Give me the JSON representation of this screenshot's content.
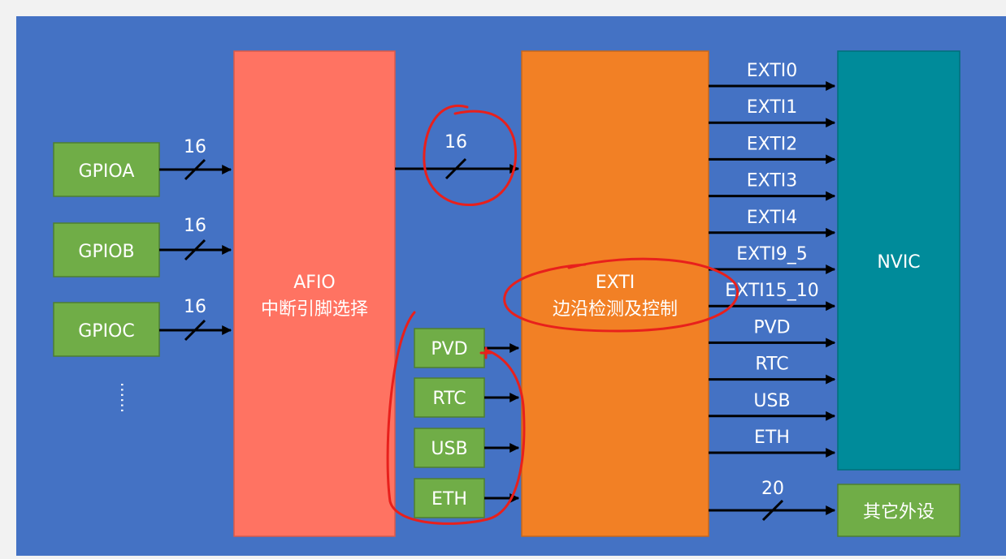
{
  "colors": {
    "background": "#4472c4",
    "gpio_block": "#70ad47",
    "afio_block": "#ff7362",
    "exti_block": "#f28025",
    "nvic_block": "#008b9a",
    "other_block": "#70ad47",
    "annotation": "#e8201c"
  },
  "gpio": [
    {
      "label": "GPIOA",
      "width": "16"
    },
    {
      "label": "GPIOB",
      "width": "16"
    },
    {
      "label": "GPIOC",
      "width": "16"
    }
  ],
  "gpio_ellipsis": "······",
  "afio": {
    "line1": "AFIO",
    "line2": "中断引脚选择",
    "out_width": "16"
  },
  "peripherals": [
    "PVD",
    "RTC",
    "USB",
    "ETH"
  ],
  "exti": {
    "line1": "EXTI",
    "line2": "边沿检测及控制"
  },
  "exti_outputs": [
    "EXTI0",
    "EXTI1",
    "EXTI2",
    "EXTI3",
    "EXTI4",
    "EXTI9_5",
    "EXTI15_10",
    "PVD",
    "RTC",
    "USB",
    "ETH"
  ],
  "nvic": {
    "label": "NVIC"
  },
  "other": {
    "label": "其它外设",
    "width": "20"
  }
}
